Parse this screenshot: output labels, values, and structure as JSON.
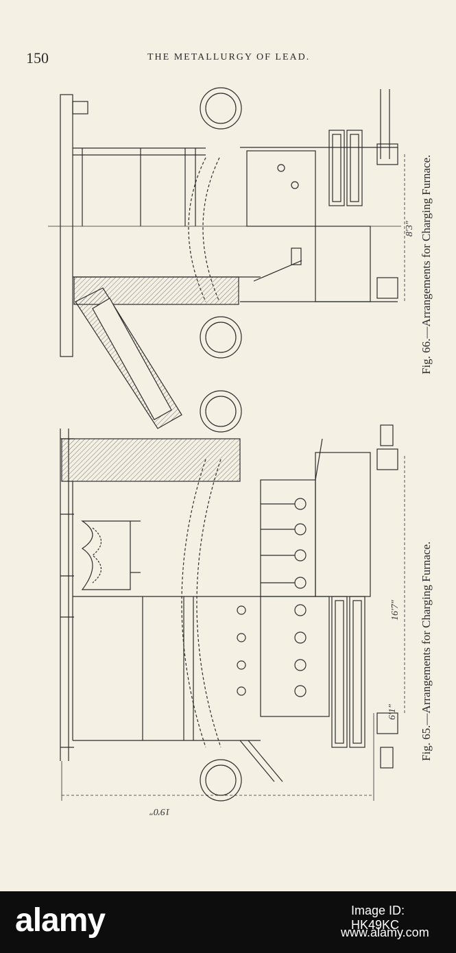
{
  "page": {
    "number": "150",
    "running_head": "THE METALLURGY OF LEAD."
  },
  "figures": {
    "fig66": {
      "caption": "Fig. 66.—Arrangements for Charging Furnace.",
      "dimension": "8′3″"
    },
    "fig65": {
      "caption": "Fig. 65.—Arrangements for Charging Furnace.",
      "dimension_a": "16′7″",
      "dimension_b": "6′1″",
      "dimension_c": "19′0″"
    }
  },
  "watermark": {
    "brand": "alamy",
    "code": "Image ID: HK49KC",
    "url": "www.alamy.com"
  },
  "colors": {
    "paper": "#f4f0e4",
    "ink": "#2a2a2a",
    "footer": "#0d0d0d"
  }
}
